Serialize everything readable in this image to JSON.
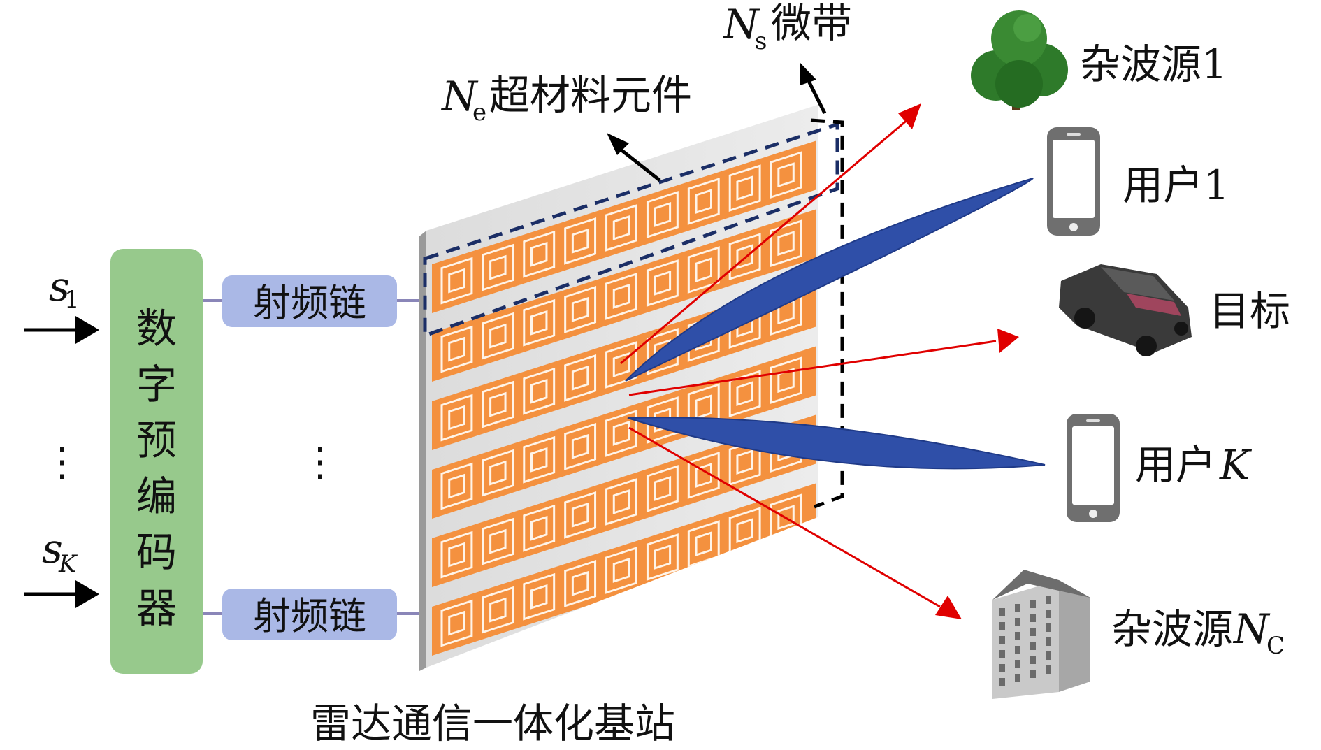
{
  "inputs": {
    "s1": {
      "base": "s",
      "sub": "1"
    },
    "sK": {
      "base": "s",
      "sub": "K"
    },
    "dots": "⋮"
  },
  "precoder": {
    "label_chars": [
      "数",
      "字",
      "预",
      "编",
      "码",
      "器"
    ]
  },
  "rf_chain": {
    "label": "射频链",
    "dots": "⋮"
  },
  "panel": {
    "element_label": {
      "var": "N",
      "sub": "e",
      "text": "超材料元件"
    },
    "microstrip_label": {
      "var": "N",
      "sub": "s",
      "text": "微带"
    },
    "caption": "雷达通信一体化基站",
    "strip_count": 6,
    "elements_per_strip": 9
  },
  "targets": {
    "clutter1": {
      "label": "杂波源1",
      "icon": "tree-icon"
    },
    "user1": {
      "label": "用户1",
      "icon": "phone-icon"
    },
    "target": {
      "label": "目标",
      "icon": "car-icon"
    },
    "userK": {
      "prefix": "用户",
      "var": "K",
      "icon": "phone-icon"
    },
    "clutterNc": {
      "prefix": "杂波源",
      "var": "N",
      "sub": "C",
      "icon": "building-icon"
    }
  },
  "colors": {
    "precoder_fill": "#97c98c",
    "rf_fill": "#aab8e6",
    "strip_fill": "#f4913f",
    "panel_fill": "#e7e7e7",
    "beam_fill": "#2f4fa8",
    "ray_color": "#e00000"
  }
}
